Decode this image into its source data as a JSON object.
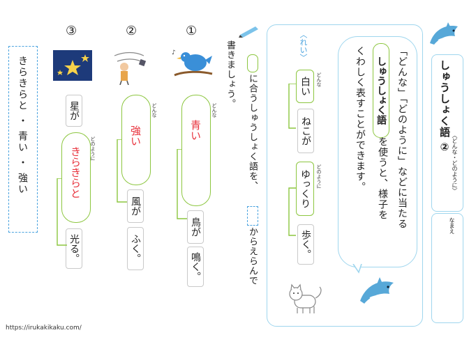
{
  "title": {
    "main": "しゅうしょく語",
    "num": "②",
    "sub": "〈どんな・どのように〉"
  },
  "name_label": "なまえ",
  "dolphin_icon": "dolphin-icon",
  "cat_icon": "cat-icon",
  "explanation": {
    "line1": "「どんな」「どのように」などに当たる",
    "line2_word": "しゅうしょく語",
    "line2_rest": "を使うと、様子を",
    "line3": "くわしく表すことができます。"
  },
  "example": {
    "label": "〈れい〉",
    "w1": "白い",
    "w1_ruby": "どんな",
    "w2": "ねこが",
    "w3": "ゆっくり",
    "w3_ruby": "どのように",
    "w4": "歩く。"
  },
  "instruction": {
    "col1a": "に合うしゅうしょく語を、",
    "col1b": "からえらんで",
    "col2": "書きましょう。"
  },
  "questions": [
    {
      "num": "①",
      "ruby": "どんな",
      "answer": "青い",
      "subject": "鳥が",
      "verb": "鳴く。",
      "icon": "bird-icon"
    },
    {
      "num": "②",
      "ruby": "どんな",
      "answer": "強い",
      "subject": "風が",
      "verb": "ふく。",
      "icon": "wind-icon"
    },
    {
      "num": "③",
      "ruby": "どのように",
      "answer": "きらきらと",
      "subject": "星が",
      "verb": "光る。",
      "icon": "stars-icon"
    }
  ],
  "choices": {
    "a": "きらきらと",
    "dot1": "・",
    "b": "青い",
    "dot2": "・",
    "c": "強い"
  },
  "footer_url": "https://irukakikaku.com/",
  "colors": {
    "accent_green": "#8cc63f",
    "frame_blue": "#9fd6ee",
    "answer_red": "#e8323c"
  }
}
